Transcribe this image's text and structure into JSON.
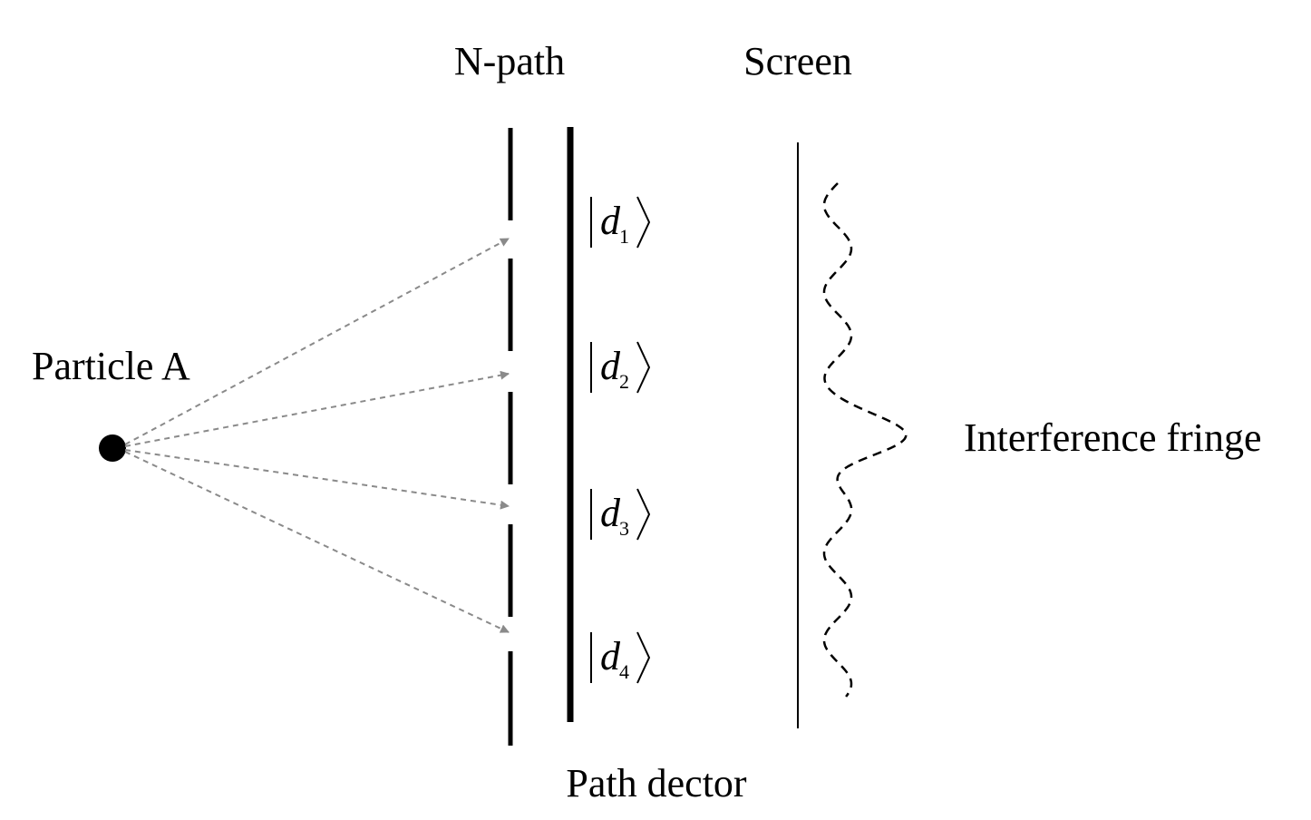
{
  "labels": {
    "particle": "Particle A",
    "npath": "N-path",
    "screen": "Screen",
    "path_detector": "Path dector",
    "fringe": "Interference fringe"
  },
  "kets": [
    {
      "symbol": "d",
      "subscript": "1"
    },
    {
      "symbol": "d",
      "subscript": "2"
    },
    {
      "symbol": "d",
      "subscript": "3"
    },
    {
      "symbol": "d",
      "subscript": "4"
    }
  ],
  "colors": {
    "ink": "#000000",
    "ray": "#8a8a8a"
  }
}
